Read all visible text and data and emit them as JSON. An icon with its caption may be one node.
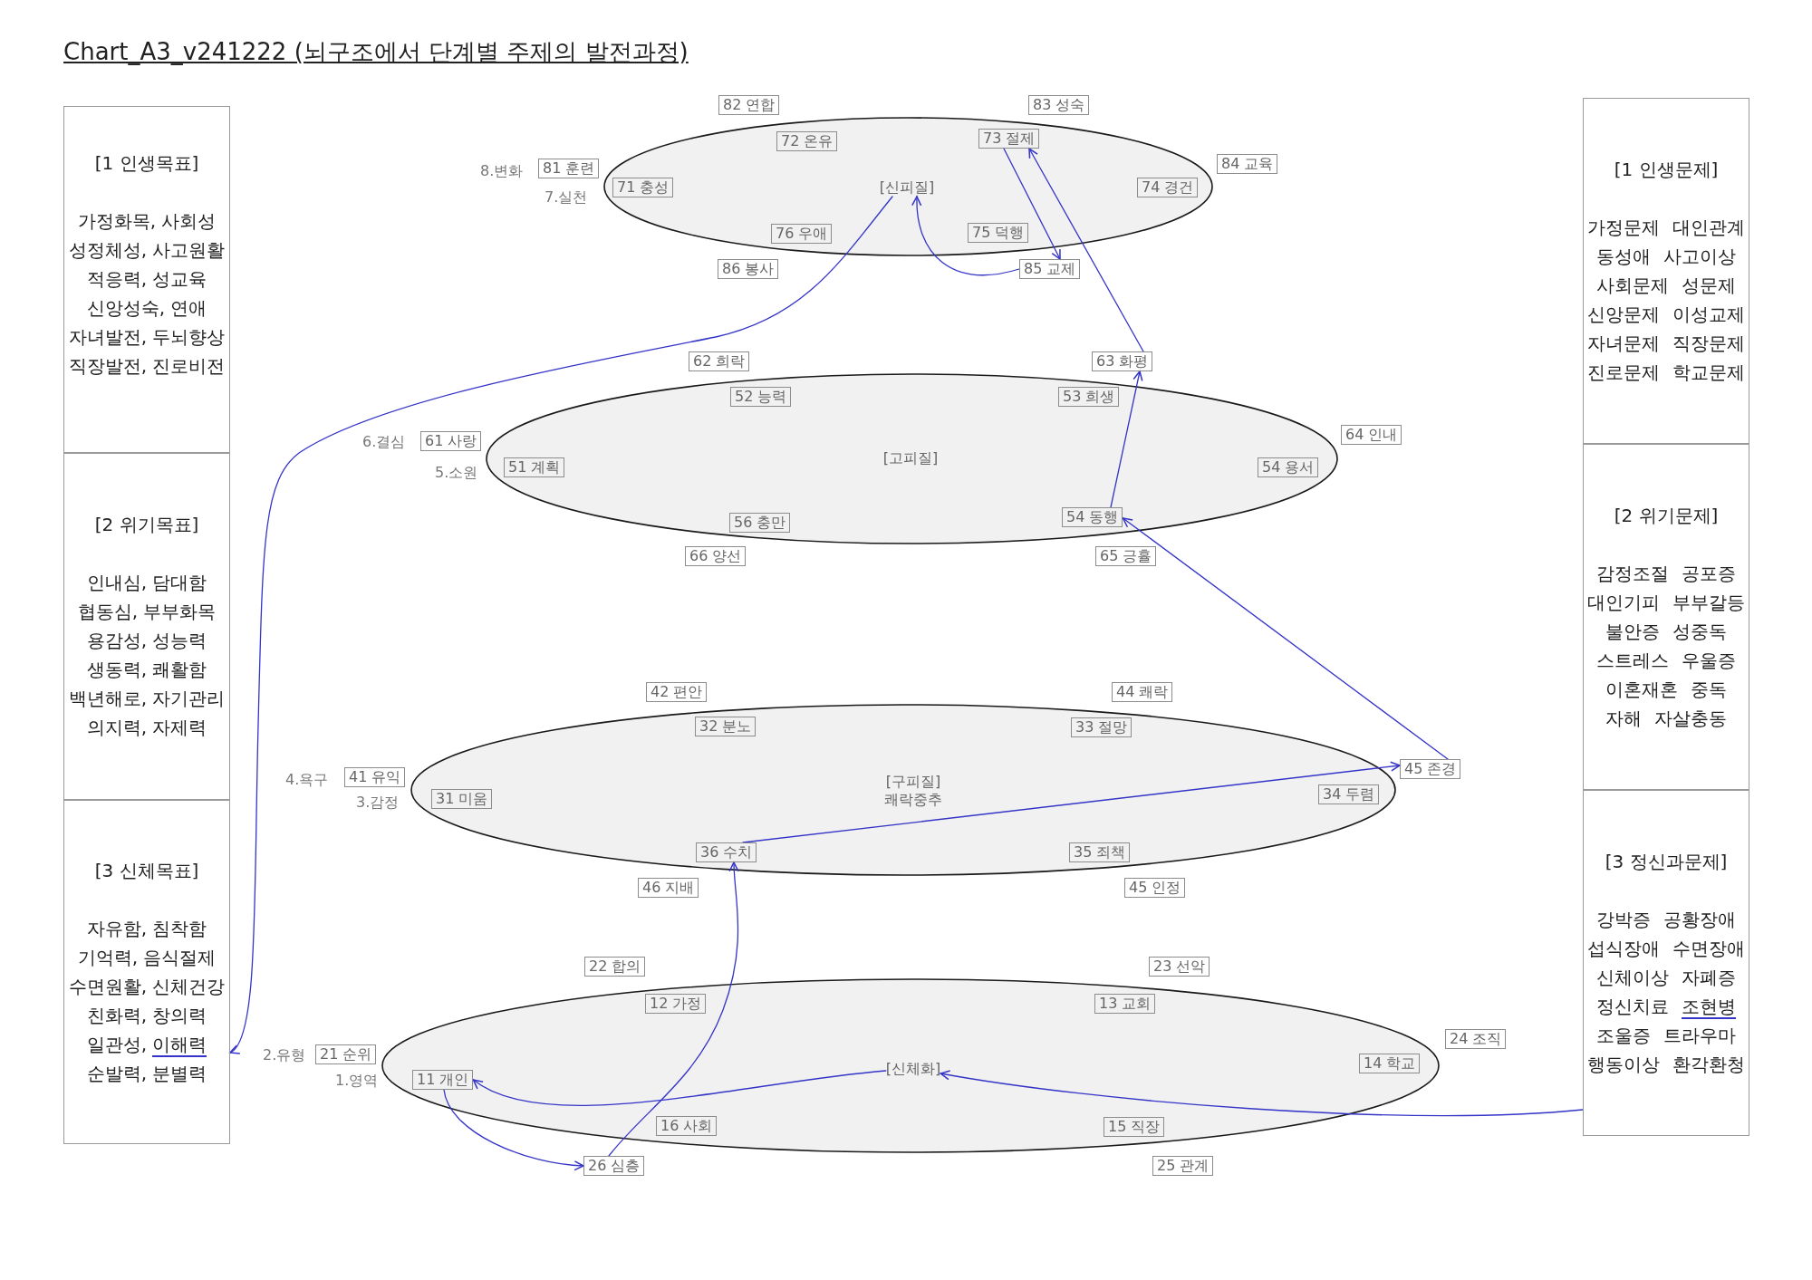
{
  "diagram": {
    "title": "Chart_A3_v241222 (뇌구조에서 단계별 주제의 발전과정)",
    "nodes": [
      {
        "text": [
          "[1 인생목표]",
          "가정화목, 사회성 성정체성, 사고원활 적응력, 성교육 신앙성숙, 연애 자녀발전, 두뇌향상 직장발전, 진로비전"
        ]
      },
      {
        "text": [
          "[2 위기목표]",
          "인내심, 담대함 협동심, 부부화목 용감성, 성능력 생동력, 쾌활함 백년해로, 자기관리 의지력, 자제력"
        ]
      },
      {
        "text": [
          "[3 신체목표]",
          "자유함, 침착함 기억력, 음식절제 수면원활, 신체건강 친화력, 창의력 일관성, 이해력 순발력, 분별력"
        ]
      },
      {
        "text": [
          "82 연합"
        ]
      },
      {
        "text": [
          "83 성숙"
        ]
      },
      {
        "text": [
          "81 훈련"
        ]
      },
      {
        "text": [],
        "shape": "ellipse"
      },
      {
        "text": [
          "72 온유"
        ],
        "in": 6
      },
      {
        "text": [
          "73 절제"
        ],
        "in": 6
      },
      {
        "text": [
          "71 충성"
        ],
        "in": 6
      },
      {
        "text": [
          "[신피질]"
        ],
        "in": 6
      },
      {
        "text": [
          "74 경건"
        ],
        "in": 6
      },
      {
        "text": [
          "76 우애"
        ],
        "in": 6
      },
      {
        "text": [
          "75 덕행"
        ],
        "in": 6
      },
      {
        "text": [
          "84 교육"
        ]
      },
      {
        "text": [
          "86 봉사"
        ]
      },
      {
        "text": [
          "85 교제"
        ]
      },
      {
        "text": [
          "62 희락"
        ]
      },
      {
        "text": [
          "63 화평"
        ]
      },
      {
        "text": [
          "61 사랑"
        ]
      },
      {
        "text": [],
        "shape": "ellipse"
      },
      {
        "text": [
          "52 능력"
        ],
        "in": 20
      },
      {
        "text": [
          "53 희생"
        ],
        "in": 20
      },
      {
        "text": [
          "51 계획"
        ],
        "in": 20
      },
      {
        "text": [
          "[고피질]"
        ],
        "in": 20
      },
      {
        "text": [
          "54 용서"
        ],
        "in": 20
      },
      {
        "text": [
          "56 충만"
        ],
        "in": 20
      },
      {
        "text": [
          "54 동행"
        ],
        "in": 20
      },
      {
        "text": [
          "64 인내"
        ]
      },
      {
        "text": [
          "66 양선"
        ]
      },
      {
        "text": [
          "65 긍휼"
        ]
      },
      {
        "text": [
          "42 편안"
        ]
      },
      {
        "text": [
          "44 쾌락"
        ]
      },
      {
        "text": [
          "41 유익"
        ]
      },
      {
        "text": [],
        "shape": "ellipse"
      },
      {
        "text": [
          "32 분노"
        ],
        "in": 34
      },
      {
        "text": [
          "33 절망"
        ],
        "in": 34
      },
      {
        "text": [
          "31 미움"
        ],
        "in": 34
      },
      {
        "text": [
          "[구피질]",
          "쾌락중추"
        ],
        "in": 34
      },
      {
        "text": [
          "34 두렴"
        ],
        "in": 34
      },
      {
        "text": [
          "36 수치"
        ],
        "in": 34
      },
      {
        "text": [
          "35 죄책"
        ],
        "in": 34
      },
      {
        "text": [
          "45 존경"
        ]
      },
      {
        "text": [
          "46 지배"
        ]
      },
      {
        "text": [
          "45 인정"
        ]
      },
      {
        "text": [
          "22 합의"
        ]
      },
      {
        "text": [
          "23 선악"
        ]
      },
      {
        "text": [
          "21 순위"
        ]
      },
      {
        "text": [],
        "shape": "ellipse"
      },
      {
        "text": [
          "12 가정"
        ],
        "in": 48
      },
      {
        "text": [
          "13 교회"
        ],
        "in": 48
      },
      {
        "text": [
          "11 개인"
        ],
        "in": 48
      },
      {
        "text": [
          "[신체화]"
        ],
        "in": 48
      },
      {
        "text": [
          "14 학교"
        ],
        "in": 48
      },
      {
        "text": [
          "16 사회"
        ],
        "in": 48
      },
      {
        "text": [
          "15 직장"
        ],
        "in": 48
      },
      {
        "text": [
          "24 조직"
        ]
      },
      {
        "text": [
          "26 심층"
        ]
      },
      {
        "text": [
          "25 관계"
        ]
      },
      {
        "text": [
          "[1 인생문제]",
          "가정문제 대인관계 동성애 사고이상 사회문제 성문제 신앙문제 이성교제 자녀문제 직장문제 진로문제 학교문제"
        ]
      },
      {
        "text": [
          "[2 위기문제]",
          "감정조절 공포증 대인기피 부부갈등 불안증 성중독 스트레스 우울증 이혼재혼 중독 자해 자살충동"
        ]
      },
      {
        "text": [
          "[3 정신과문제]",
          "강박증 공황장애 섭식장애 수면장애 신체이상 자폐증 정신치료 조현병 조울증 트라우마 행동이상 환각환청"
        ]
      }
    ],
    "edges": [
      {
        "from": 61,
        "to": 52,
        "arrow": "to"
      },
      {
        "from": 52,
        "to": 51,
        "arrow": "to"
      },
      {
        "from": 51,
        "to": 57,
        "arrow": "to"
      },
      {
        "from": 57,
        "to": 40,
        "arrow": "to"
      },
      {
        "from": 40,
        "to": 42,
        "arrow": "to"
      },
      {
        "from": 42,
        "to": 27,
        "arrow": "to"
      },
      {
        "from": 27,
        "to": 18,
        "arrow": "to"
      },
      {
        "from": 18,
        "to": 8,
        "arrow": "to"
      },
      {
        "from": 8,
        "to": 16,
        "arrow": "to"
      },
      {
        "from": 16,
        "to": 10,
        "arrow": "to"
      },
      {
        "from": 10,
        "to": 2,
        "arrow": "to"
      }
    ],
    "labels": [
      "8.변화",
      "7.실천",
      "6.결심",
      "5.소원",
      "4.욕구",
      "3.감정",
      "2.유형",
      "1.영역"
    ]
  }
}
